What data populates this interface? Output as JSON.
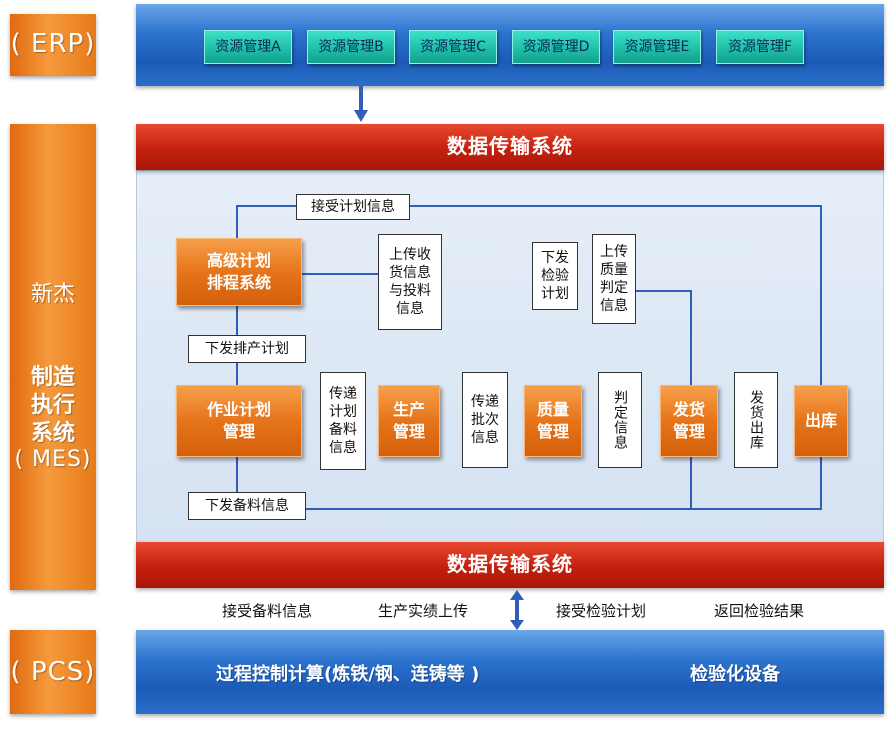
{
  "erp": {
    "side_label": "( ERP)",
    "modules": [
      "资源管理A",
      "资源管理B",
      "资源管理C",
      "资源管理D",
      "资源管理E",
      "资源管理F"
    ]
  },
  "mes": {
    "side_label_top": "新杰",
    "side_label_lines": [
      "制造",
      "执行",
      "系统"
    ],
    "side_label_bottom": "( MES)",
    "transfer_top": "数据传输系统",
    "transfer_bottom": "数据传输系统",
    "boxes": {
      "aps": [
        "高级计划",
        "排程系统"
      ],
      "job_plan": [
        "作业计划",
        "管理"
      ],
      "production": [
        "生产",
        "管理"
      ],
      "quality": [
        "质量",
        "管理"
      ],
      "shipping": [
        "发货",
        "管理"
      ],
      "outbound": "出库"
    },
    "labels": {
      "receive_plan": "接受计划信息",
      "issue_schedule": "下发排产计划",
      "issue_material": "下发备料信息",
      "upload_receipt": [
        "上传收",
        "货信息",
        "与投料",
        "信息"
      ],
      "issue_inspection": [
        "下发",
        "检验",
        "计划"
      ],
      "upload_quality": [
        "上传",
        "质量",
        "判定",
        "信息"
      ],
      "pass_plan": [
        "传递",
        "计划",
        "备料",
        "信息"
      ],
      "pass_batch": [
        "传递",
        "批次",
        "信息"
      ],
      "judgement_info": "判定信息",
      "shipping_outbound": "发货出库"
    }
  },
  "interface": {
    "left_items": [
      "接受备料信息",
      "生产实绩上传"
    ],
    "right_items": [
      "接受检验计划",
      "返回检验结果"
    ]
  },
  "pcs": {
    "side_label": "( PCS)",
    "process_control": "过程控制计算(炼铁/钢、连铸等 )",
    "inspection_equipment": "检验化设备"
  },
  "colors": {
    "orange": "#e6741a",
    "blue": "#1b5bb7",
    "red": "#c3200f",
    "teal": "#1fbfa8",
    "line": "#2f5fb8"
  }
}
